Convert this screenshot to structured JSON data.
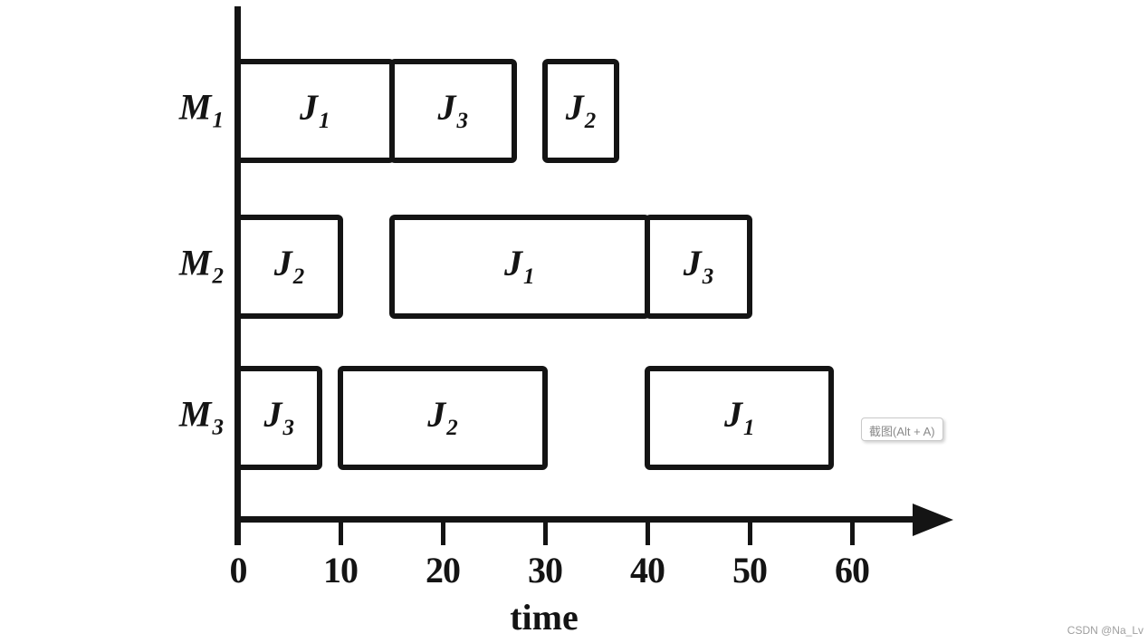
{
  "chart_data": {
    "type": "gantt",
    "title": "",
    "xlabel": "time",
    "ylabel": "",
    "xlim": [
      0,
      66
    ],
    "x_ticks": [
      0,
      10,
      20,
      30,
      40,
      50,
      60
    ],
    "grid": false,
    "legend": "none",
    "machines": [
      "M1",
      "M2",
      "M3"
    ],
    "rows": [
      {
        "machine": {
          "base": "M",
          "sub": "1"
        },
        "bars": [
          {
            "job": {
              "base": "J",
              "sub": "1"
            },
            "start": 0,
            "end": 15
          },
          {
            "job": {
              "base": "J",
              "sub": "3"
            },
            "start": 15,
            "end": 27
          },
          {
            "job": {
              "base": "J",
              "sub": "2"
            },
            "start": 30,
            "end": 37
          }
        ]
      },
      {
        "machine": {
          "base": "M",
          "sub": "2"
        },
        "bars": [
          {
            "job": {
              "base": "J",
              "sub": "2"
            },
            "start": 0,
            "end": 10
          },
          {
            "job": {
              "base": "J",
              "sub": "1"
            },
            "start": 15,
            "end": 40
          },
          {
            "job": {
              "base": "J",
              "sub": "3"
            },
            "start": 40,
            "end": 50
          }
        ]
      },
      {
        "machine": {
          "base": "M",
          "sub": "3"
        },
        "bars": [
          {
            "job": {
              "base": "J",
              "sub": "3"
            },
            "start": 0,
            "end": 8
          },
          {
            "job": {
              "base": "J",
              "sub": "2"
            },
            "start": 10,
            "end": 30
          },
          {
            "job": {
              "base": "J",
              "sub": "1"
            },
            "start": 40,
            "end": 58
          }
        ]
      }
    ]
  },
  "overlay": {
    "screenshot_tooltip": "截图(Alt + A)"
  },
  "watermark": "CSDN @Na_Lv",
  "colors": {
    "ink": "#141414",
    "background": "#ffffff",
    "tooltip_text": "#8a8a8a",
    "tooltip_border": "#c9c9c9",
    "watermark": "#9e9e9e"
  }
}
